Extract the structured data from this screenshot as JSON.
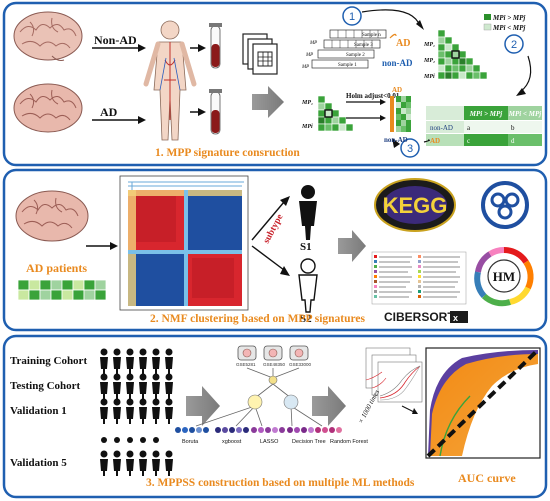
{
  "panel1": {
    "non_ad_label": "Non-AD",
    "ad_label": "AD",
    "step1": "1",
    "step2": "2",
    "step3": "3",
    "sample1": "Sample 1",
    "sample2": "Sample 2",
    "sample3": "Sample 3",
    "sample_n": "Sample n",
    "ad_tag": "AD",
    "non_ad_tag": "non-AD",
    "holm": "Holm adjust<0.01",
    "mp_gt": "MPi > MPj",
    "mp_lt": "MPi < MPj",
    "table_h1": "MPi > MPj",
    "table_h2": "MPi < MPj",
    "row_non_ad": "non-AD",
    "row_ad": "AD",
    "cell_a": "a",
    "cell_b": "b",
    "cell_c": "c",
    "cell_d": "d",
    "heat_ad": "AD",
    "heat_non_ad": "non-AD",
    "caption": "1. MPP signature consruction"
  },
  "panel2": {
    "ad_patients": "AD patients",
    "subtype": "subtype",
    "s1": "S1",
    "s2": "S2",
    "kegg": "KEGG",
    "hm": "HM",
    "cibersort": "CIBERSORT",
    "caption": "2. NMF clustering based on MPP signatures"
  },
  "panel3": {
    "training": "Training Cohort",
    "testing": "Testing Cohort",
    "val1": "Validation 1",
    "val5": "Validation 5",
    "gse1": "GSE5281",
    "gse2": "GSE48350",
    "gse3": "GSE33000",
    "methods": [
      "Boruta",
      "xgboost",
      "LASSO",
      "Decision Tree",
      "Random Forest"
    ],
    "times": "× 1000 times",
    "auc": "AUC curve",
    "caption": "3. MPPSS construction based on multiple ML methods"
  },
  "colors": {
    "frame": "#1f5fb0",
    "caption": "#e98a1f",
    "green": "#3aa33a",
    "red": "#d8262e",
    "blue": "#1f4fa0"
  }
}
